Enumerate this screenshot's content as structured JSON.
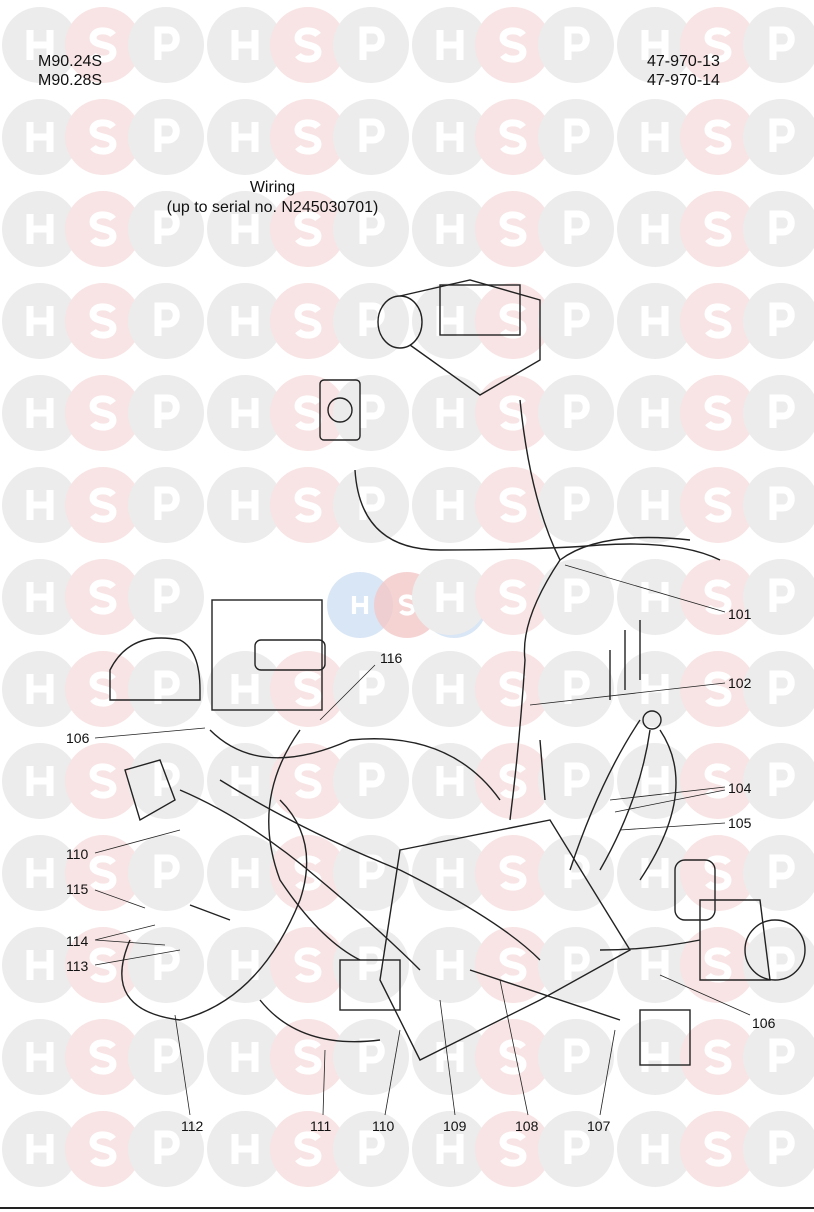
{
  "header": {
    "models": [
      "M90.24S",
      "M90.28S"
    ],
    "part_numbers": [
      "47-970-13",
      "47-970-14"
    ],
    "title": "Wiring",
    "subtitle": "(up to serial no. N245030701)"
  },
  "watermark": {
    "letters": [
      "H",
      "S",
      "P"
    ],
    "colors": {
      "h": "#ececec",
      "s": "#f8e4e4",
      "p": "#ececec",
      "center_h": "#cfe0f2",
      "center_s": "#f2c8c8",
      "center_p": "#cfe0f2"
    }
  },
  "callouts": {
    "c101": "101",
    "c102": "102",
    "c104": "104",
    "c105": "105",
    "c106a": "106",
    "c106b": "106",
    "c107": "107",
    "c108": "108",
    "c109": "109",
    "c110a": "110",
    "c110b": "110",
    "c111": "111",
    "c112": "112",
    "c113": "113",
    "c114": "114",
    "c115": "115",
    "c116": "116"
  }
}
